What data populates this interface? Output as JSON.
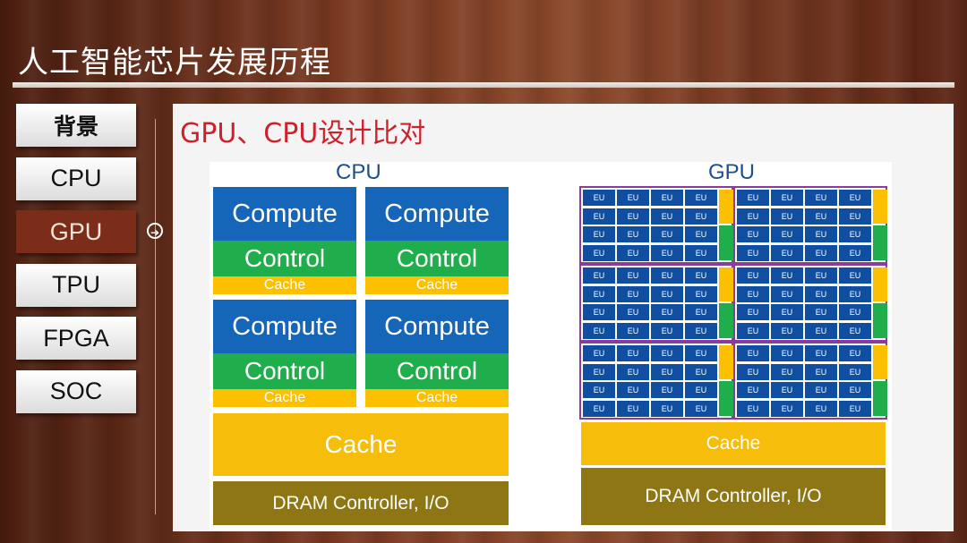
{
  "title": "人工智能芯片发展历程",
  "nav": [
    {
      "label": "背景",
      "key": "background"
    },
    {
      "label": "CPU",
      "key": "cpu"
    },
    {
      "label": "GPU",
      "key": "gpu"
    },
    {
      "label": "TPU",
      "key": "tpu"
    },
    {
      "label": "FPGA",
      "key": "fpga"
    },
    {
      "label": "SOC",
      "key": "soc"
    }
  ],
  "active_nav": "GPU",
  "panel_title": "GPU、CPU设计比对",
  "diagram": {
    "cpu_label": "CPU",
    "gpu_label": "GPU",
    "compute_label": "Compute",
    "control_label": "Control",
    "cache_small_label": "Cache",
    "cache_label": "Cache",
    "dram_label": "DRAM Controller, I/O",
    "eu_label": "EU",
    "colors": {
      "compute": "#1565b8",
      "control": "#1fae4b",
      "cache": "#fcc000",
      "dram": "#8d7613",
      "eu": "#0f4ea0",
      "group_border": "#8a3c9c"
    }
  }
}
